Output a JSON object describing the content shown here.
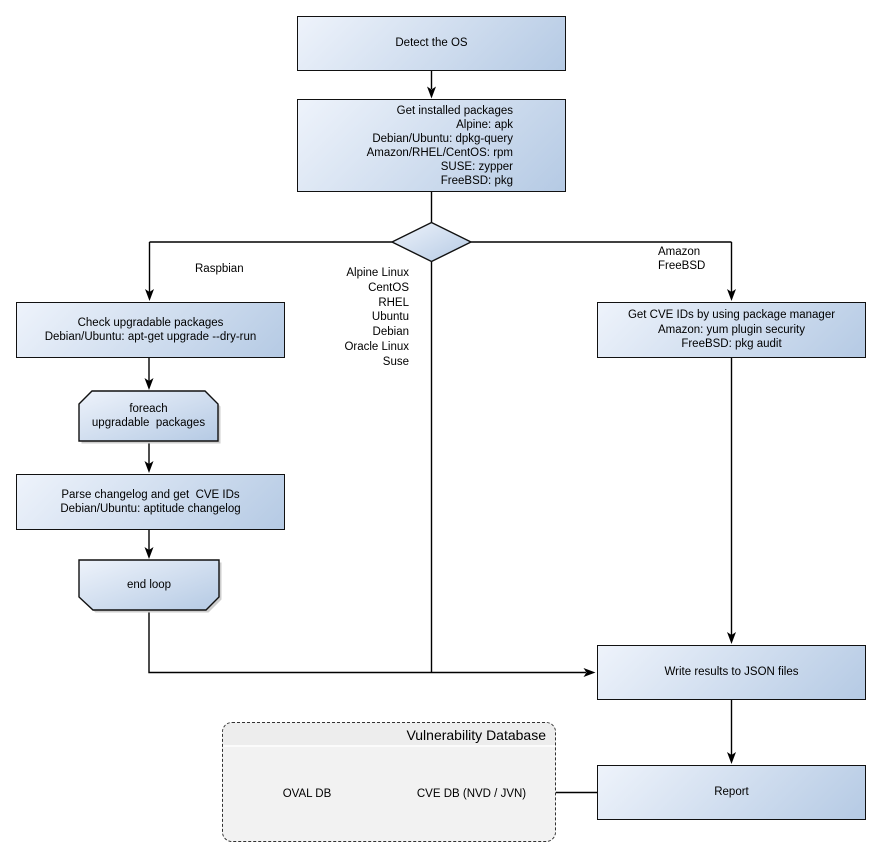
{
  "flowchart": {
    "nodes": [
      {
        "id": "detect-os",
        "type": "process",
        "label": "Detect the OS"
      },
      {
        "id": "get-installed-packages",
        "type": "process",
        "label": "Get installed packages\nAlpine: apk\nDebian/Ubuntu: dpkg-query\nAmazon/RHEL/CentOS: rpm\nSUSE: zypper\nFreeBSD: pkg"
      },
      {
        "id": "os-decision",
        "type": "decision",
        "label": ""
      },
      {
        "id": "check-upgradable-packages",
        "type": "process",
        "label": "Check upgradable packages\nDebian/Ubuntu: apt-get upgrade --dry-run"
      },
      {
        "id": "foreach-loop-start",
        "type": "loop-start",
        "label": "foreach\nupgradable  packages"
      },
      {
        "id": "parse-changelog",
        "type": "process",
        "label": "Parse changelog and get  CVE IDs\nDebian/Ubuntu: aptitude changelog"
      },
      {
        "id": "end-loop",
        "type": "loop-end",
        "label": "end loop"
      },
      {
        "id": "get-cve-ids",
        "type": "process",
        "label": "Get CVE IDs by using package manager\nAmazon: yum plugin security\nFreeBSD: pkg audit"
      },
      {
        "id": "write-results",
        "type": "process",
        "label": "Write results to JSON files"
      },
      {
        "id": "report",
        "type": "process",
        "label": "Report"
      },
      {
        "id": "oval-db",
        "type": "database",
        "label": "OVAL DB"
      },
      {
        "id": "cve-db",
        "type": "database",
        "label": "CVE DB (NVD / JVN)"
      }
    ],
    "group": {
      "label": "Vulnerability Database"
    },
    "edge_labels": [
      {
        "id": "raspbian",
        "text": "Raspbian"
      },
      {
        "id": "os-list",
        "text": "Alpine Linux\nCentOS\nRHEL\nUbuntu\nDebian\nOracle Linux\nSuse"
      },
      {
        "id": "amazon-freebsd",
        "text": "Amazon\nFreeBSD"
      }
    ],
    "colors": {
      "node_fill_light": "#eef3fb",
      "node_fill_dark": "#b5cae4",
      "node_border": "#111111",
      "cylinder_top": "#dde7f3",
      "cylinder_body_light": "#d3dff0",
      "cylinder_body_dark": "#c1d2e8",
      "group_fill": "#f2f2f2",
      "group_title_fill": "#ededed",
      "connector": "#000000",
      "background": "#ffffff"
    }
  }
}
